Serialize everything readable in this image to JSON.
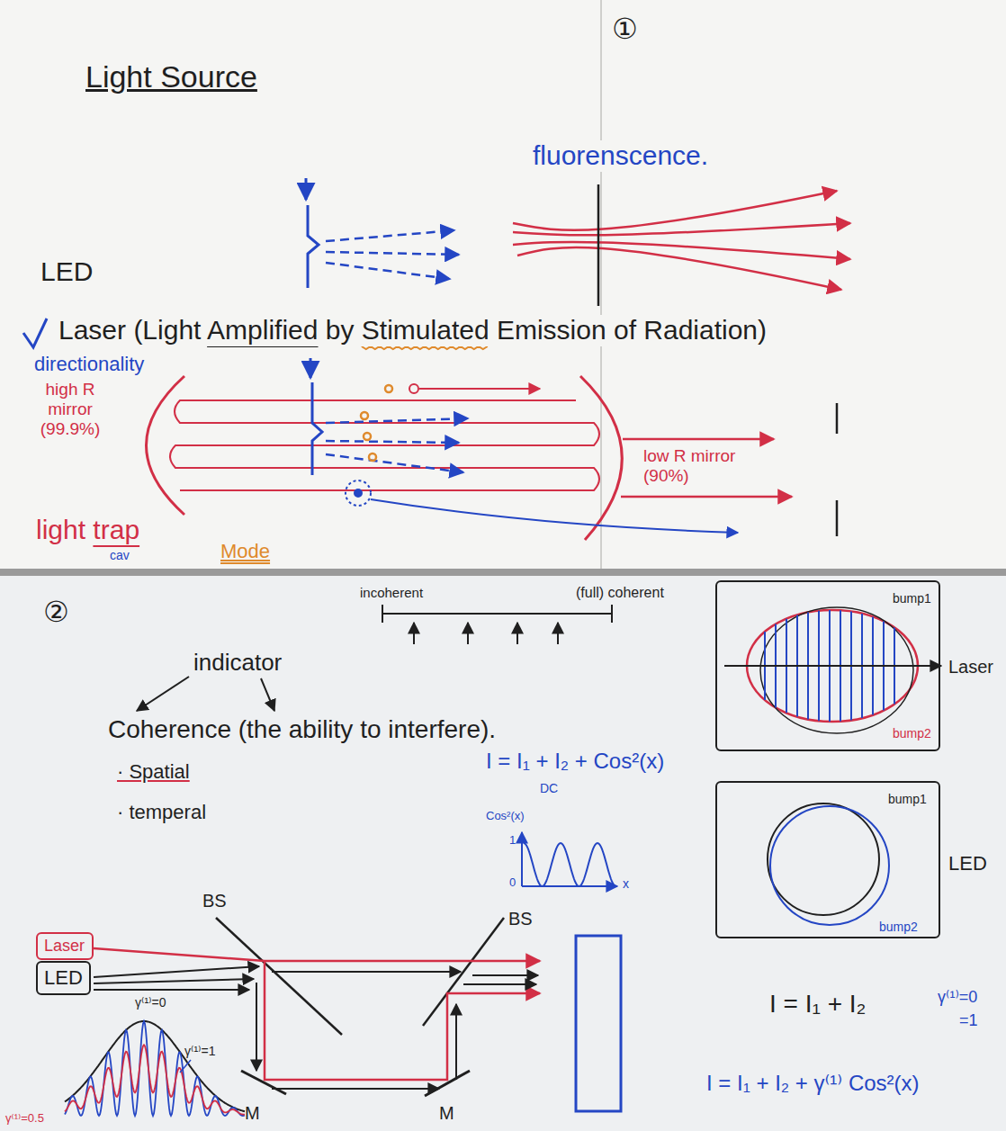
{
  "diagram": {
    "title": "Light Source",
    "nodes": [
      {
        "text": [
          "bump1",
          "bump2",
          "Laser"
        ]
      },
      {
        "text": [
          "bump1",
          "bump2",
          "LED"
        ]
      },
      {
        "text": [
          "Laser"
        ]
      },
      {
        "text": [
          "LED"
        ]
      }
    ],
    "labels": [
      "①",
      "LED",
      "fluorenscence.",
      "Laser (Light Amplified by Stimulated Emission of Radiation)",
      "directionality",
      "high R mirror (99.9%)",
      "low R mirror (90%)",
      "light trap",
      "cav",
      "Mode",
      "②",
      "incoherent",
      "(full) coherent",
      "indicator",
      "Coherence (the ability to interfere).",
      "· Spatial",
      "· temperal",
      "I = I₁ + I₂ + Cos²(x)",
      "DC",
      "Cos²(x)",
      "1",
      "0",
      "x",
      "BS",
      "BS",
      "γ⁽¹⁾=0",
      "γ⁽¹⁾=1",
      "γ⁽¹⁾=0.5",
      "M",
      "M",
      "I = I₁ + I₂",
      "γ⁽¹⁾=0",
      "=1",
      "I = I₁ + I₂ + γ⁽¹⁾ Cos²(x)"
    ]
  }
}
